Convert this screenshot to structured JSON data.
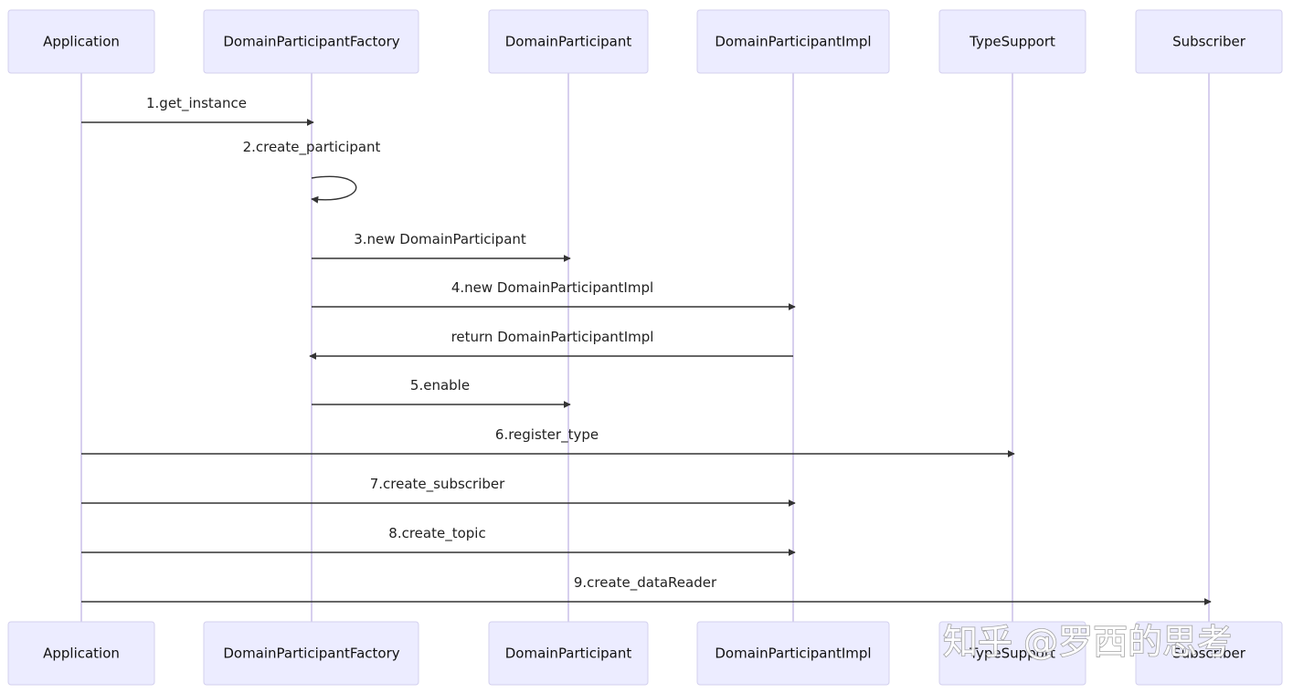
{
  "actors": [
    {
      "id": "app",
      "label": "Application"
    },
    {
      "id": "factory",
      "label": "DomainParticipantFactory"
    },
    {
      "id": "participant",
      "label": "DomainParticipant"
    },
    {
      "id": "impl",
      "label": "DomainParticipantImpl"
    },
    {
      "id": "typesupport",
      "label": "TypeSupport"
    },
    {
      "id": "subscriber",
      "label": "Subscriber"
    }
  ],
  "messages": [
    {
      "from": "app",
      "to": "factory",
      "label": "1.get_instance"
    },
    {
      "from": "factory",
      "to": "factory",
      "label": "2.create_participant"
    },
    {
      "from": "factory",
      "to": "participant",
      "label": "3.new DomainParticipant"
    },
    {
      "from": "factory",
      "to": "impl",
      "label": "4.new DomainParticipantImpl"
    },
    {
      "from": "impl",
      "to": "factory",
      "label": "return DomainParticipantImpl"
    },
    {
      "from": "factory",
      "to": "participant",
      "label": "5.enable"
    },
    {
      "from": "app",
      "to": "typesupport",
      "label": "6.register_type"
    },
    {
      "from": "app",
      "to": "impl",
      "label": "7.create_subscriber"
    },
    {
      "from": "app",
      "to": "impl",
      "label": "8.create_topic"
    },
    {
      "from": "app",
      "to": "subscriber",
      "label": "9.create_dataReader"
    }
  ],
  "watermark": "知乎 @罗西的思考"
}
